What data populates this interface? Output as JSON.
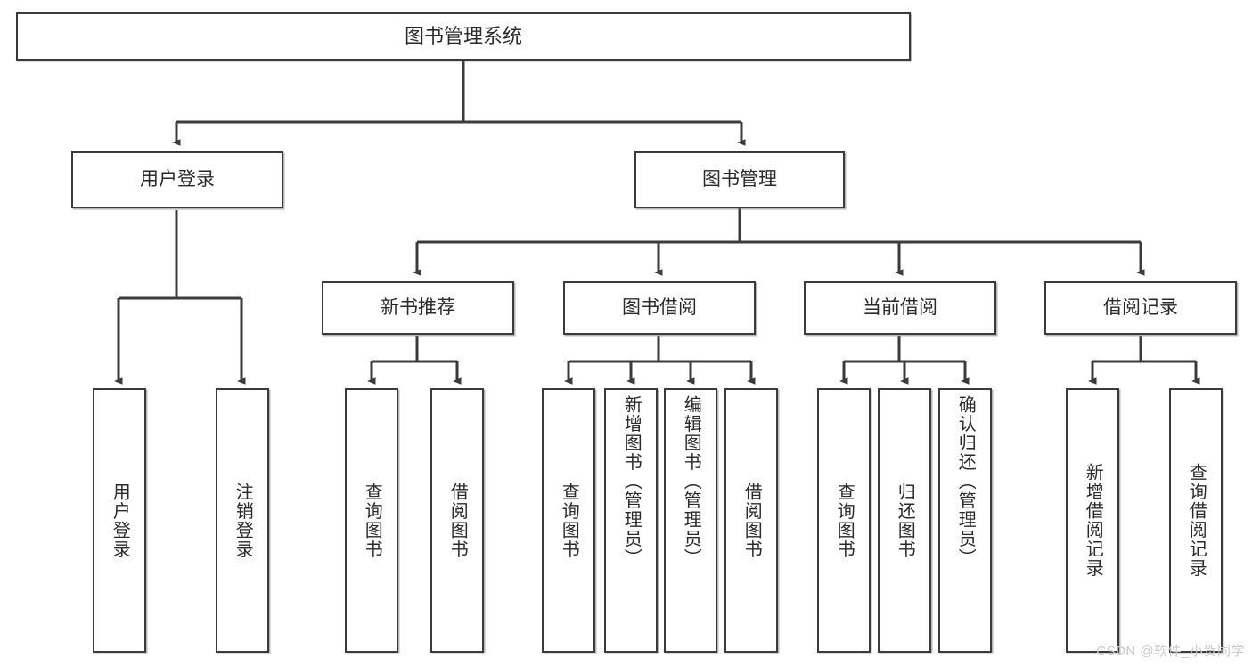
{
  "diagram": {
    "title": "图书管理系统",
    "type": "tree-hierarchy-chart",
    "root": {
      "id": "root",
      "label": "图书管理系统"
    },
    "level1": [
      {
        "id": "user-login",
        "label": "用户登录"
      },
      {
        "id": "book-manage",
        "label": "图书管理"
      }
    ],
    "level2": [
      {
        "id": "new-book-rec",
        "label": "新书推荐",
        "parent": "book-manage"
      },
      {
        "id": "book-borrow",
        "label": "图书借阅",
        "parent": "book-manage"
      },
      {
        "id": "current-borrow",
        "label": "当前借阅",
        "parent": "book-manage"
      },
      {
        "id": "borrow-record",
        "label": "借阅记录",
        "parent": "book-manage"
      }
    ],
    "leaves": [
      {
        "id": "leaf-user-login",
        "label": "用户登录",
        "parent": "user-login"
      },
      {
        "id": "leaf-logout",
        "label": "注销登录",
        "parent": "user-login"
      },
      {
        "id": "leaf-query-book-1",
        "label": "查询图书",
        "parent": "new-book-rec"
      },
      {
        "id": "leaf-borrow-book-1",
        "label": "借阅图书",
        "parent": "new-book-rec"
      },
      {
        "id": "leaf-query-book-2",
        "label": "查询图书",
        "parent": "book-borrow"
      },
      {
        "id": "leaf-add-book",
        "label": "新增图书（管理员）",
        "parent": "book-borrow"
      },
      {
        "id": "leaf-edit-book",
        "label": "编辑图书（管理员）",
        "parent": "book-borrow"
      },
      {
        "id": "leaf-borrow-book-2",
        "label": "借阅图书",
        "parent": "book-borrow"
      },
      {
        "id": "leaf-query-book-3",
        "label": "查询图书",
        "parent": "current-borrow"
      },
      {
        "id": "leaf-return-book",
        "label": "归还图书",
        "parent": "current-borrow"
      },
      {
        "id": "leaf-confirm-return",
        "label": "确认归还（管理员）",
        "parent": "current-borrow"
      },
      {
        "id": "leaf-add-record",
        "label": "新增借阅记录",
        "parent": "borrow-record"
      },
      {
        "id": "leaf-query-record",
        "label": "查询借阅记录",
        "parent": "borrow-record"
      }
    ]
  },
  "watermark": {
    "text": "CSDN @软件_小贺同学"
  },
  "colors": {
    "background": "#ffffff",
    "node_border": "#3b3b3b",
    "node_fill": "#ffffff",
    "edge": "#3b3b3b",
    "text": "#2a2a2a",
    "watermark": "#c9c9c9"
  }
}
